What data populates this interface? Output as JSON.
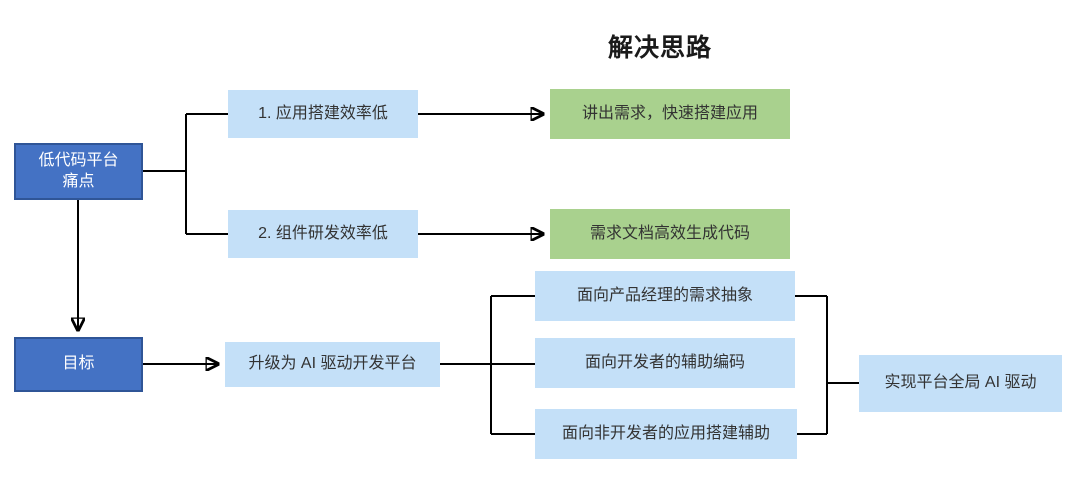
{
  "title": "解决思路",
  "colors": {
    "dark_blue": "#4472C4",
    "dark_blue_border": "#2F5597",
    "light_blue": "#C4E0F8",
    "green": "#A9D18E",
    "line": "#000000"
  },
  "nodes": {
    "pain_point": {
      "label": "低代码平台\n痛点"
    },
    "issue1": {
      "label": "1. 应用搭建效率低"
    },
    "issue2": {
      "label": "2. 组件研发效率低"
    },
    "solution1": {
      "label": "讲出需求，快速搭建应用"
    },
    "solution2": {
      "label": "需求文档高效生成代码"
    },
    "goal": {
      "label": "目标"
    },
    "upgrade": {
      "label": "升级为 AI 驱动开发平台"
    },
    "capability1": {
      "label": "面向产品经理的需求抽象"
    },
    "capability2": {
      "label": "面向开发者的辅助编码"
    },
    "capability3": {
      "label": "面向非开发者的应用搭建辅助"
    },
    "outcome": {
      "label": "实现平台全局 AI 驱动"
    }
  }
}
